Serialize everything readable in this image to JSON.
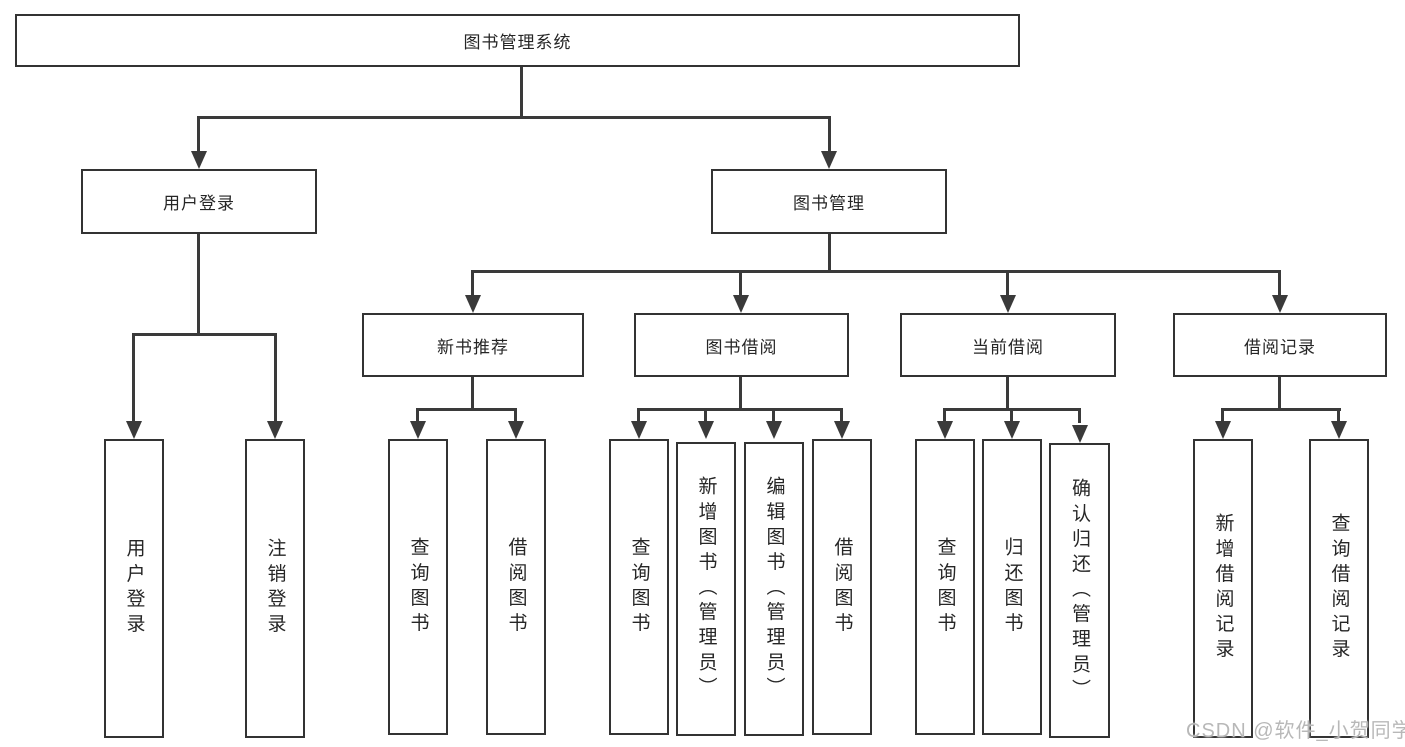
{
  "nodes": {
    "root": "图书管理系统",
    "user_login": "用户登录",
    "book_management": "图书管理",
    "new_book_recommend": "新书推荐",
    "book_borrow": "图书借阅",
    "current_borrow": "当前借阅",
    "borrow_records": "借阅记录",
    "leaf_user_login": "用户登录",
    "leaf_logout": "注销登录",
    "leaf_query_books_1": "查询图书",
    "leaf_borrow_books_1": "借阅图书",
    "leaf_query_books_2": "查询图书",
    "leaf_add_book_admin": "新增图书（管理员）",
    "leaf_edit_book_admin": "编辑图书（管理员）",
    "leaf_borrow_books_2": "借阅图书",
    "leaf_query_books_3": "查询图书",
    "leaf_return_book": "归还图书",
    "leaf_confirm_return_admin": "确认归还（管理员）",
    "leaf_add_borrow_record": "新增借阅记录",
    "leaf_query_borrow_record": "查询借阅记录"
  },
  "watermark": "CSDN @软件_小贺同学",
  "colors": {
    "line": "#3a3a3a",
    "box_border": "#333333",
    "text": "#262626",
    "watermark": "#b8b8b8",
    "background": "#ffffff"
  }
}
